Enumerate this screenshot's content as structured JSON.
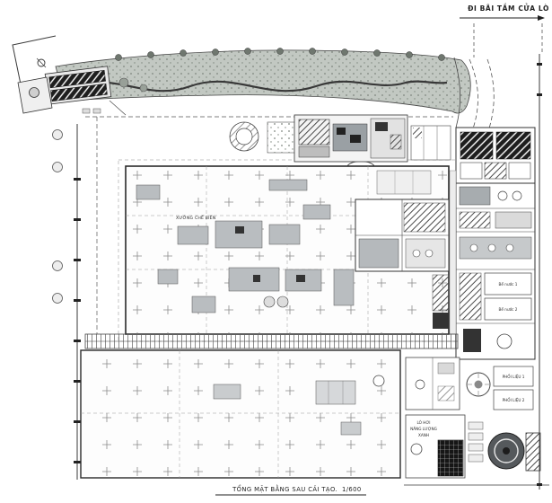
{
  "direction_sign": {
    "label": "ĐI BÃI TẮM CỬA LÒ"
  },
  "title_block": {
    "title": "TỔNG MẶT BẰNG SAU CẢI TẠO.",
    "scale": "1/600"
  },
  "labels": {
    "main_workshop": "XƯỞNG CHẾ BIẾN",
    "water_tank_1": "Bể nước 1",
    "water_tank_2": "Bể nước 2",
    "material_1": "PHỐI LIỆU 1",
    "material_2": "PHỐI LIỆU 2",
    "boiler_line1": "LÒ HƠI",
    "boiler_line2": "NĂNG LƯỢNG",
    "boiler_line3": "XANH"
  },
  "colors": {
    "line": "#3a3a3a",
    "dark_fill": "#2e2e2e",
    "gray_fill": "#9aa0a4",
    "band_fill": "#c2c8c2"
  }
}
